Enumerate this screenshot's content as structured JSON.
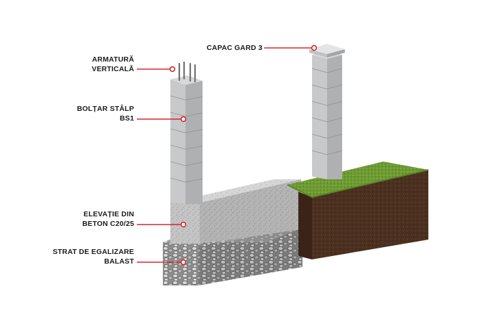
{
  "labels": {
    "armatura": {
      "line1": "ARMATURĂ",
      "line2": "VERTICALĂ"
    },
    "boltar": {
      "line1": "BOLȚAR STÂLP",
      "line2": "BS1"
    },
    "elevatie": {
      "line1": "ELEVAȚIE DIN",
      "line2": "BETON C20/25"
    },
    "strat": {
      "line1": "STRAT DE EGALIZARE",
      "line2": "BALAST"
    },
    "capac": {
      "line1": "CAPAC GARD 3"
    }
  },
  "colors": {
    "accent": "#d8232a",
    "concrete": "#b9b9b9",
    "block": "#c3c5c7",
    "gravel": "#9a9a9a",
    "soil": "#4a3020",
    "grass": "#6f9a34"
  }
}
